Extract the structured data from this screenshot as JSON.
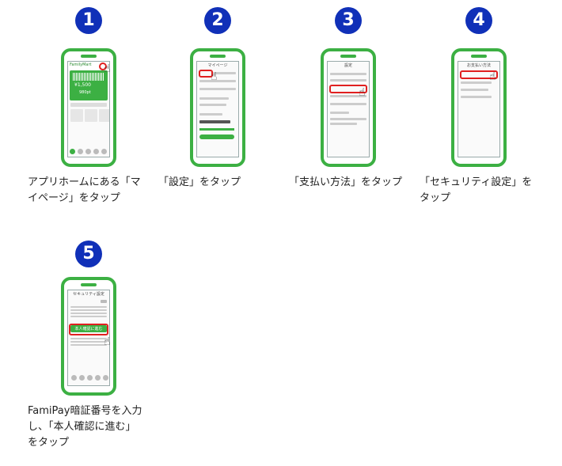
{
  "steps": [
    {
      "number": "1",
      "caption": "アプリホームにある「マ\nイページ」をタップ",
      "brand": "FamilyMart",
      "price": "¥1,500",
      "points": "980pt"
    },
    {
      "number": "2",
      "caption": "「設定」をタップ",
      "header": "マイページ"
    },
    {
      "number": "3",
      "caption": "「支払い方法」をタップ",
      "header": "設定"
    },
    {
      "number": "4",
      "caption": "「セキュリティ設定」を\nタップ",
      "header": "お支払い方法"
    },
    {
      "number": "5",
      "caption": "FamiPay暗証番号を入力\nし、「本人確認に進む」\nをタップ",
      "header": "セキュリティ設定",
      "button": "本人確認に進む"
    }
  ],
  "icons": {
    "pointer": "hand-pointer-icon"
  },
  "colors": {
    "badge": "#1030b8",
    "phone": "#3cb043",
    "highlight": "#e02020"
  }
}
